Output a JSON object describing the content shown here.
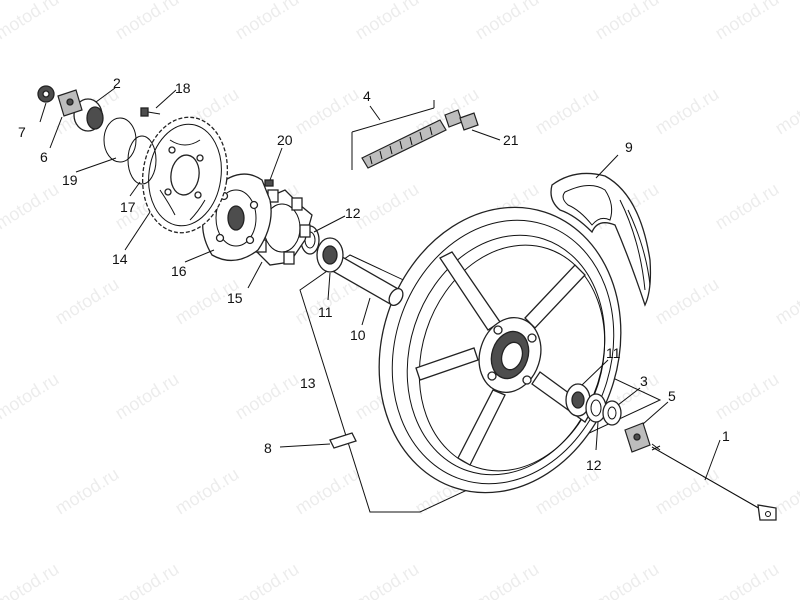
{
  "watermark": {
    "text": "motod.ru"
  },
  "callouts": [
    {
      "num": "1"
    },
    {
      "num": "2"
    },
    {
      "num": "3"
    },
    {
      "num": "4"
    },
    {
      "num": "5"
    },
    {
      "num": "6"
    },
    {
      "num": "7"
    },
    {
      "num": "8"
    },
    {
      "num": "9"
    },
    {
      "num": "10"
    },
    {
      "num": "11"
    },
    {
      "num": "11"
    },
    {
      "num": "12"
    },
    {
      "num": "12"
    },
    {
      "num": "13"
    },
    {
      "num": "14"
    },
    {
      "num": "15"
    },
    {
      "num": "16"
    },
    {
      "num": "17"
    },
    {
      "num": "18"
    },
    {
      "num": "19"
    },
    {
      "num": "20"
    },
    {
      "num": "21"
    }
  ],
  "colors": {
    "line": "#111111",
    "dark_fill": "#4d4d4d",
    "grey_fill": "#bdbdbd"
  }
}
